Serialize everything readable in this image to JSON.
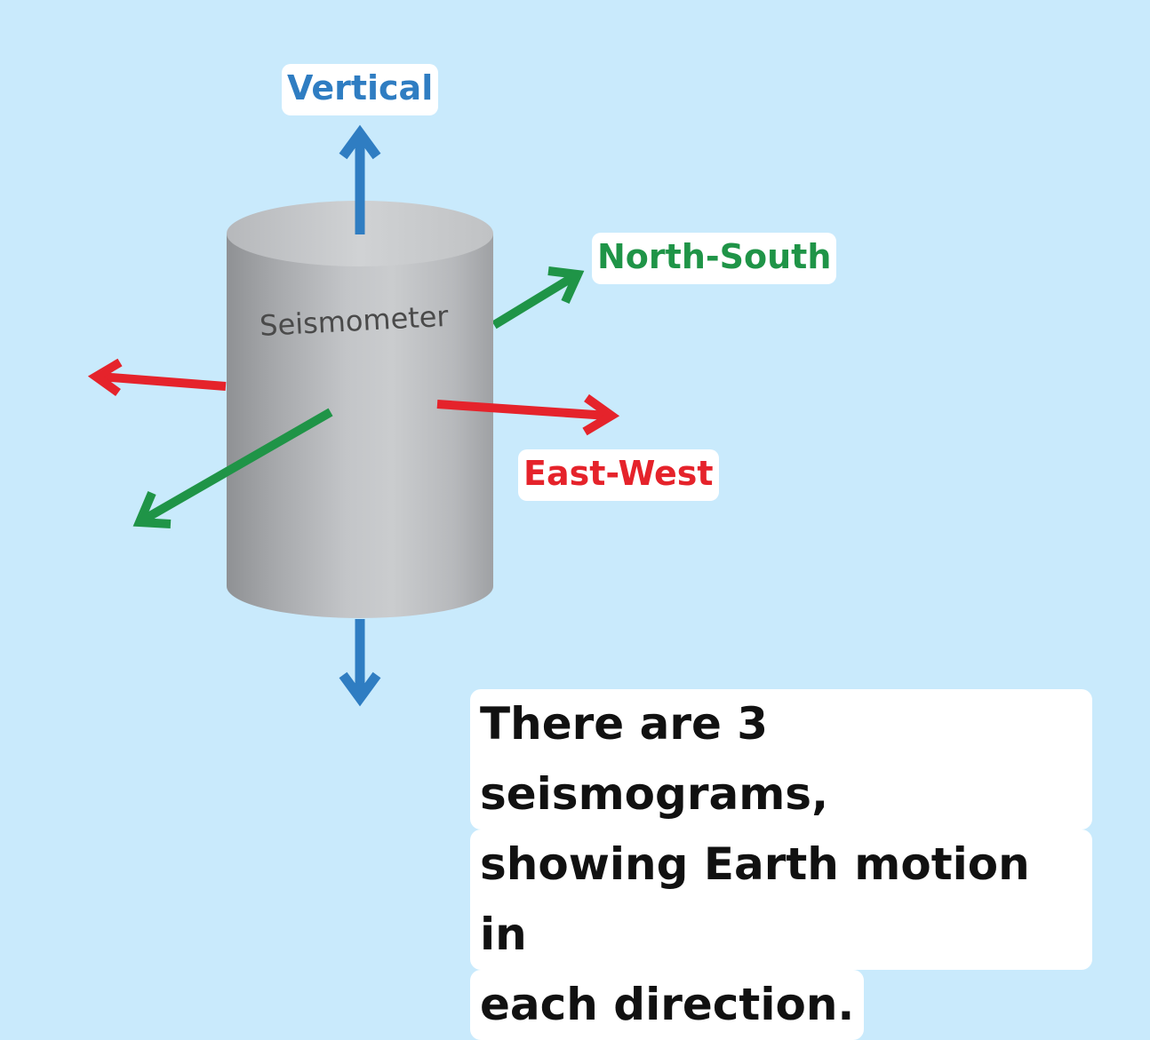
{
  "diagram": {
    "device_label": "Seismometer",
    "axes": {
      "vertical": {
        "label": "Vertical",
        "color": "#2f7dc2"
      },
      "north_south": {
        "label": "North-South",
        "color": "#1f9447"
      },
      "east_west": {
        "label": "East-West",
        "color": "#e5232b"
      }
    },
    "background_color": "#c9eafc"
  },
  "caption": {
    "line1": "There are 3 seismograms,",
    "line2": "showing Earth motion in",
    "line3": "each direction."
  }
}
